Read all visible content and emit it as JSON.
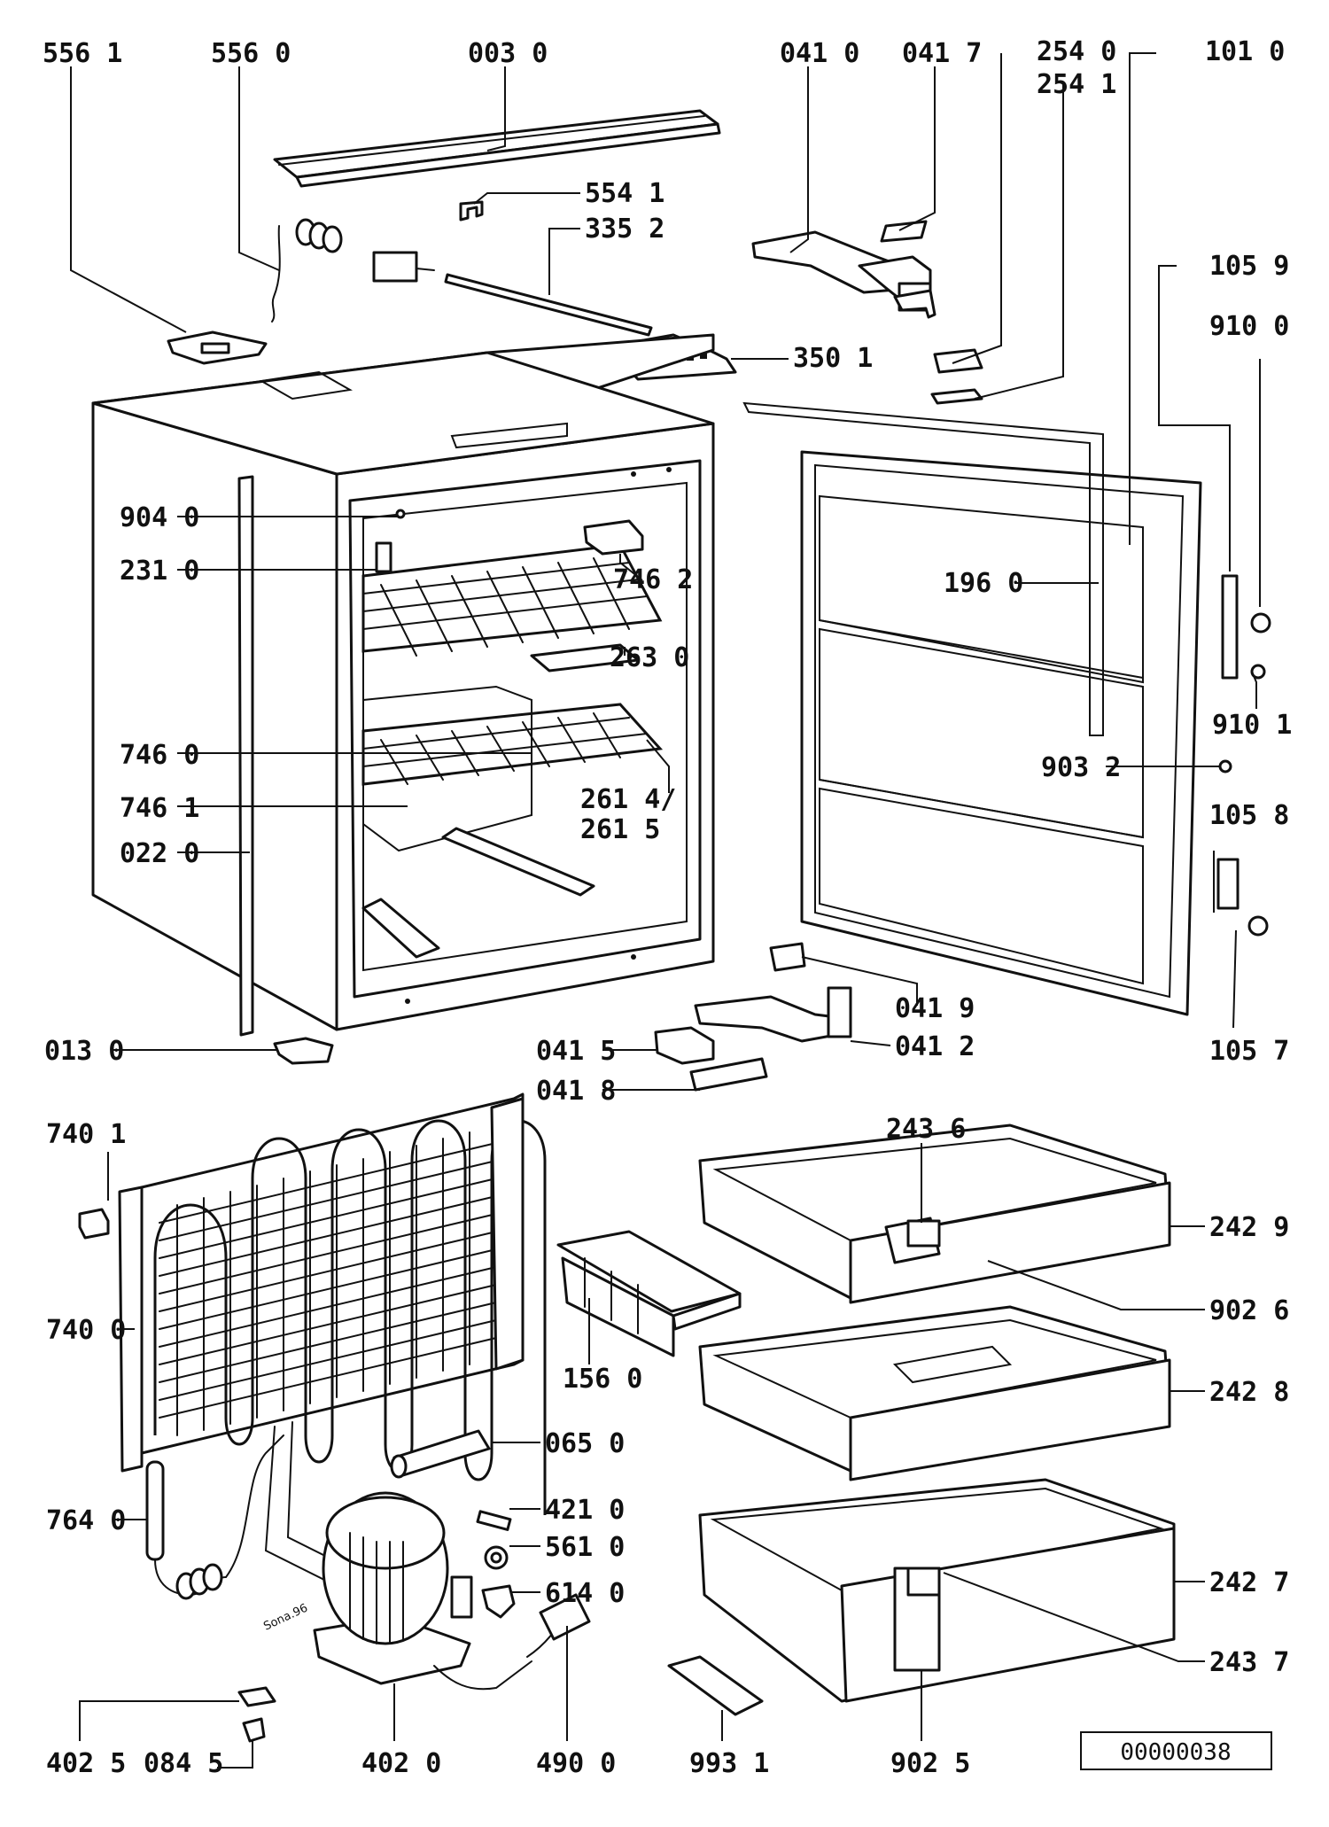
{
  "reference_number": "00000038",
  "signature": "Sona.96",
  "callouts": [
    {
      "id": "p5561",
      "text": "556 1"
    },
    {
      "id": "p5560",
      "text": "556 0"
    },
    {
      "id": "p0030",
      "text": "003 0"
    },
    {
      "id": "p0410",
      "text": "041 0"
    },
    {
      "id": "p0417",
      "text": "041 7"
    },
    {
      "id": "p2540",
      "text": "254 0"
    },
    {
      "id": "p2541",
      "text": "254 1"
    },
    {
      "id": "p1010",
      "text": "101 0"
    },
    {
      "id": "p5541",
      "text": "554 1"
    },
    {
      "id": "p3352",
      "text": "335 2"
    },
    {
      "id": "p3501",
      "text": "350 1"
    },
    {
      "id": "p1059",
      "text": "105 9"
    },
    {
      "id": "p9100",
      "text": "910 0"
    },
    {
      "id": "p9040",
      "text": "904 0"
    },
    {
      "id": "p2310",
      "text": "231 0"
    },
    {
      "id": "p7462",
      "text": "746 2"
    },
    {
      "id": "p1960",
      "text": "196 0"
    },
    {
      "id": "p2630",
      "text": "263 0"
    },
    {
      "id": "p9101",
      "text": "910 1"
    },
    {
      "id": "p7460",
      "text": "746 0"
    },
    {
      "id": "p9032",
      "text": "903 2"
    },
    {
      "id": "p7461",
      "text": "746 1"
    },
    {
      "id": "p2614",
      "text": "261 4/"
    },
    {
      "id": "p2615",
      "text": "261 5"
    },
    {
      "id": "p1058",
      "text": "105 8"
    },
    {
      "id": "p0220",
      "text": "022 0"
    },
    {
      "id": "p0419",
      "text": "041 9"
    },
    {
      "id": "p0130",
      "text": "013 0"
    },
    {
      "id": "p0415",
      "text": "041 5"
    },
    {
      "id": "p0412",
      "text": "041 2"
    },
    {
      "id": "p1057",
      "text": "105 7"
    },
    {
      "id": "p0418",
      "text": "041 8"
    },
    {
      "id": "p7401",
      "text": "740 1"
    },
    {
      "id": "p2436",
      "text": "243 6"
    },
    {
      "id": "p2429",
      "text": "242 9"
    },
    {
      "id": "p7400",
      "text": "740 0"
    },
    {
      "id": "p9026",
      "text": "902 6"
    },
    {
      "id": "p1560",
      "text": "156 0"
    },
    {
      "id": "p2428",
      "text": "242 8"
    },
    {
      "id": "p0650",
      "text": "065 0"
    },
    {
      "id": "p7640",
      "text": "764 0"
    },
    {
      "id": "p4210",
      "text": "421 0"
    },
    {
      "id": "p5610",
      "text": "561 0"
    },
    {
      "id": "p6140",
      "text": "614 0"
    },
    {
      "id": "p2427",
      "text": "242 7"
    },
    {
      "id": "p2437",
      "text": "243 7"
    },
    {
      "id": "p4025",
      "text": "402 5"
    },
    {
      "id": "p0845",
      "text": "084 5"
    },
    {
      "id": "p4020",
      "text": "402 0"
    },
    {
      "id": "p4900",
      "text": "490 0"
    },
    {
      "id": "p9931",
      "text": "993 1"
    },
    {
      "id": "p9025",
      "text": "902 5"
    }
  ]
}
